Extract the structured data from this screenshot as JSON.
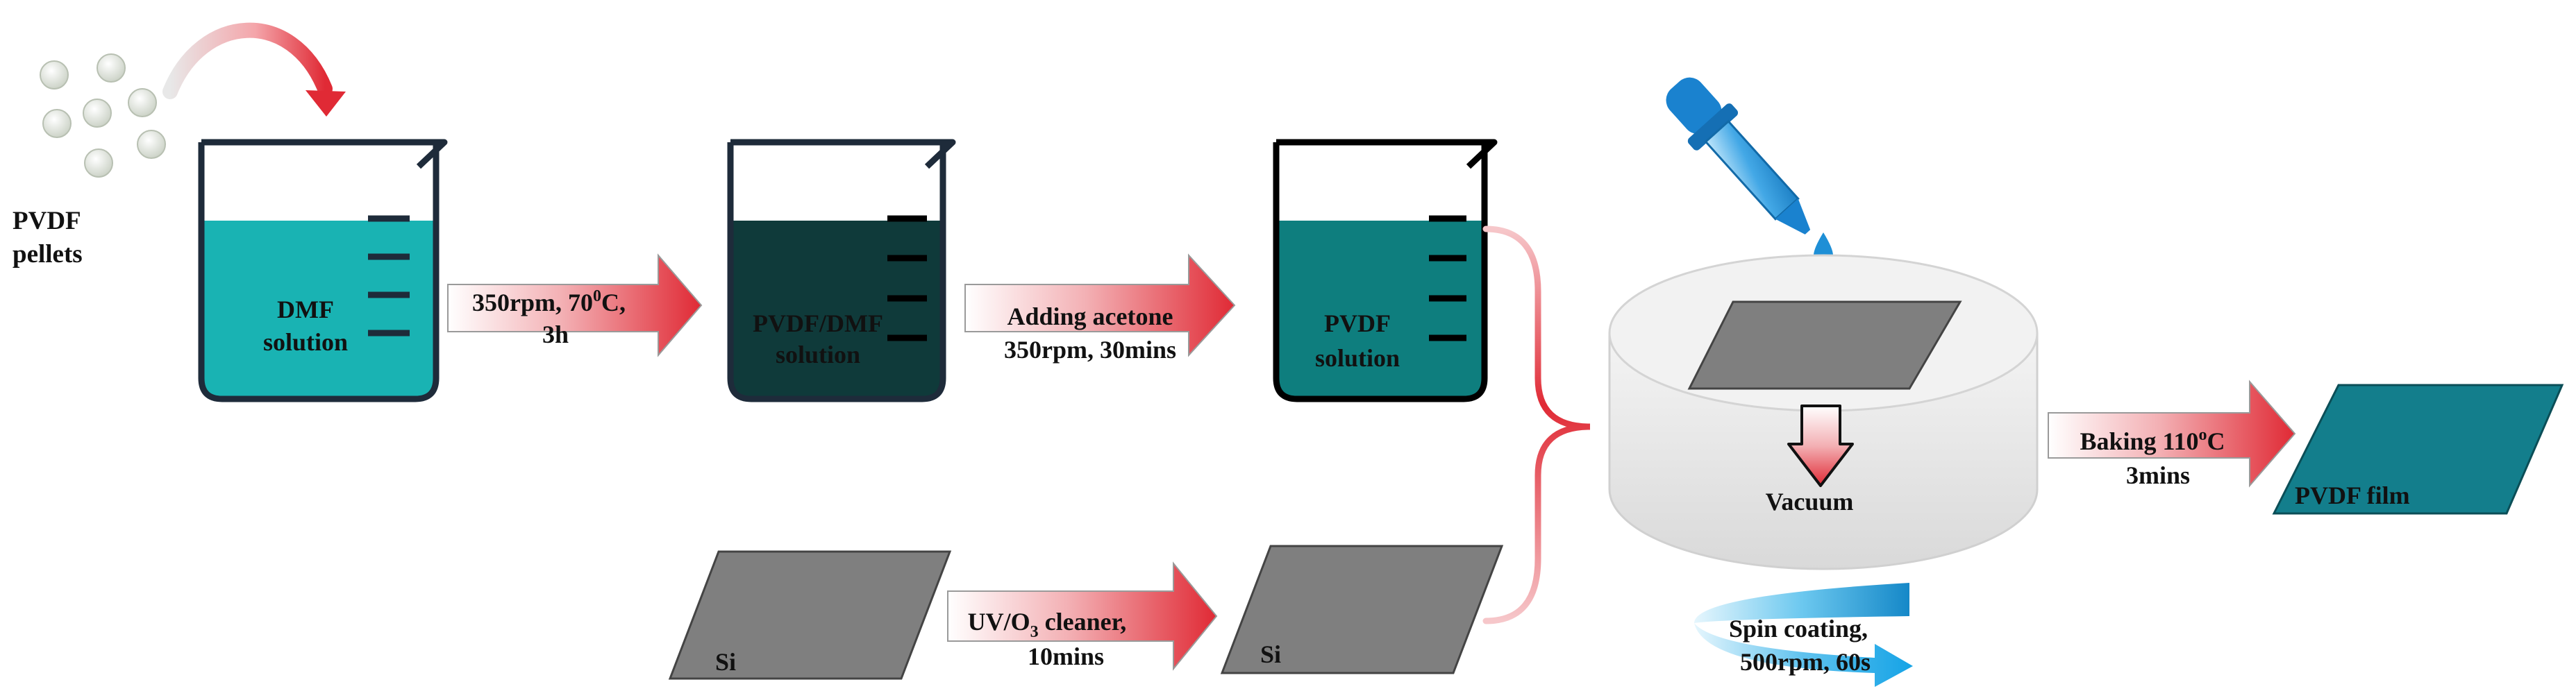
{
  "colors": {
    "dmf_solution": "#19B3B3",
    "pvdf_dmf_solution": "#0F3A3A",
    "pvdf_solution": "#0E7E7E",
    "pvdf_film": "#137E8C",
    "beaker_outline": "#1E2B3A",
    "substrate": "#7F7F7F",
    "arrow_red": "#E02A35",
    "dropper_blue": "#1E8FD6",
    "spin_blue": "#1AA6E0"
  },
  "labels": {
    "pellets_line1": "PVDF",
    "pellets_line2": "pellets",
    "beaker1_line1": "DMF",
    "beaker1_line2": "solution",
    "arrow1_line1": "350rpm, 70",
    "arrow1_sup": "0",
    "arrow1_suffix": "C,",
    "arrow1_line2": "3h",
    "beaker2_line1": "PVDF/DMF",
    "beaker2_line2": "solution",
    "arrow2_line1": "Adding acetone",
    "arrow2_line2": "350rpm, 30mins",
    "beaker3_line1": "PVDF",
    "beaker3_line2": "solution",
    "si_left": "Si",
    "arrow3_line1_a": "UV/O",
    "arrow3_sub": "3",
    "arrow3_line1_b": " cleaner,",
    "arrow3_line2": "10mins",
    "si_right": "Si",
    "vacuum": "Vacuum",
    "spin_line1": "Spin coating,",
    "spin_line2": "500rpm, 60s",
    "arrow4_line1_a": "Baking 110",
    "arrow4_sup": "o",
    "arrow4_line1_b": "C",
    "arrow4_line2": "3mins",
    "film": "PVDF film"
  }
}
